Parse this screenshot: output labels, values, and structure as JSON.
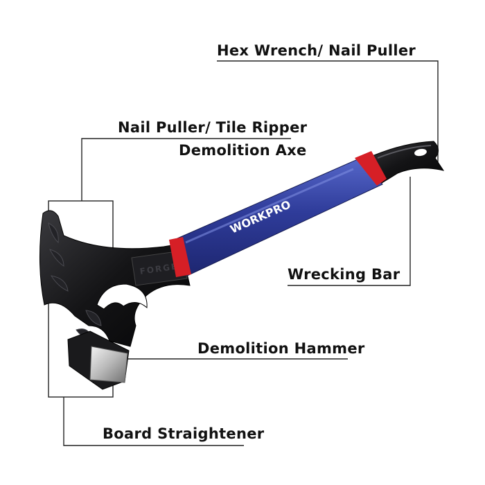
{
  "labels": {
    "hex_wrench": "Hex Wrench/ Nail Puller",
    "nail_puller_line1": "Nail Puller/ Tile Ripper",
    "nail_puller_line2": "Demolition Axe",
    "wrecking_bar": "Wrecking Bar",
    "demolition_hammer": "Demolition Hammer",
    "board_straightener": "Board Straightener"
  },
  "product": {
    "brand_text": "WORKPRO",
    "embossed_text": "FORGE"
  },
  "colors": {
    "handle_blue": "#2f3c9a",
    "accent_red": "#d61f26",
    "steel_black": "#141416",
    "callout_line": "#222222"
  }
}
